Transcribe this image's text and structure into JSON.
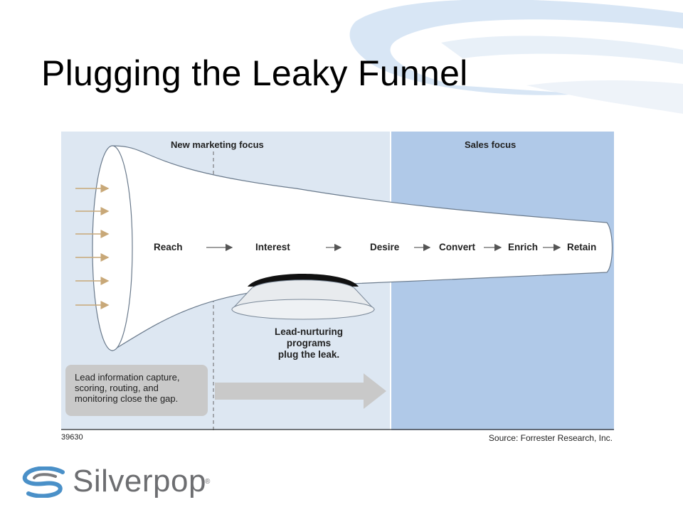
{
  "slide": {
    "title": "Plugging the Leaky Funnel"
  },
  "diagram": {
    "focus_areas": [
      {
        "label": "New marketing focus"
      },
      {
        "label": "Sales focus"
      }
    ],
    "stages": [
      "Reach",
      "Interest",
      "Desire",
      "Convert",
      "Enrich",
      "Retain"
    ],
    "leak_caption": [
      "Lead-nurturing",
      "programs",
      "plug the leak."
    ],
    "gap_note": [
      "Lead information capture,",
      "scoring, routing, and",
      "monitoring close the gap."
    ],
    "figure_id": "39630",
    "source": "Source: Forrester Research, Inc.",
    "colors": {
      "marketing_panel": "#dde7f2",
      "sales_panel": "#b0c9e8",
      "funnel_fill": "#ffffff",
      "flow_arrow": "#c8a878",
      "gap_arrow": "#c9c9c9"
    }
  },
  "logo": {
    "name": "Silverpop",
    "mark": "®",
    "icon": "silverpop-swirl-icon"
  }
}
